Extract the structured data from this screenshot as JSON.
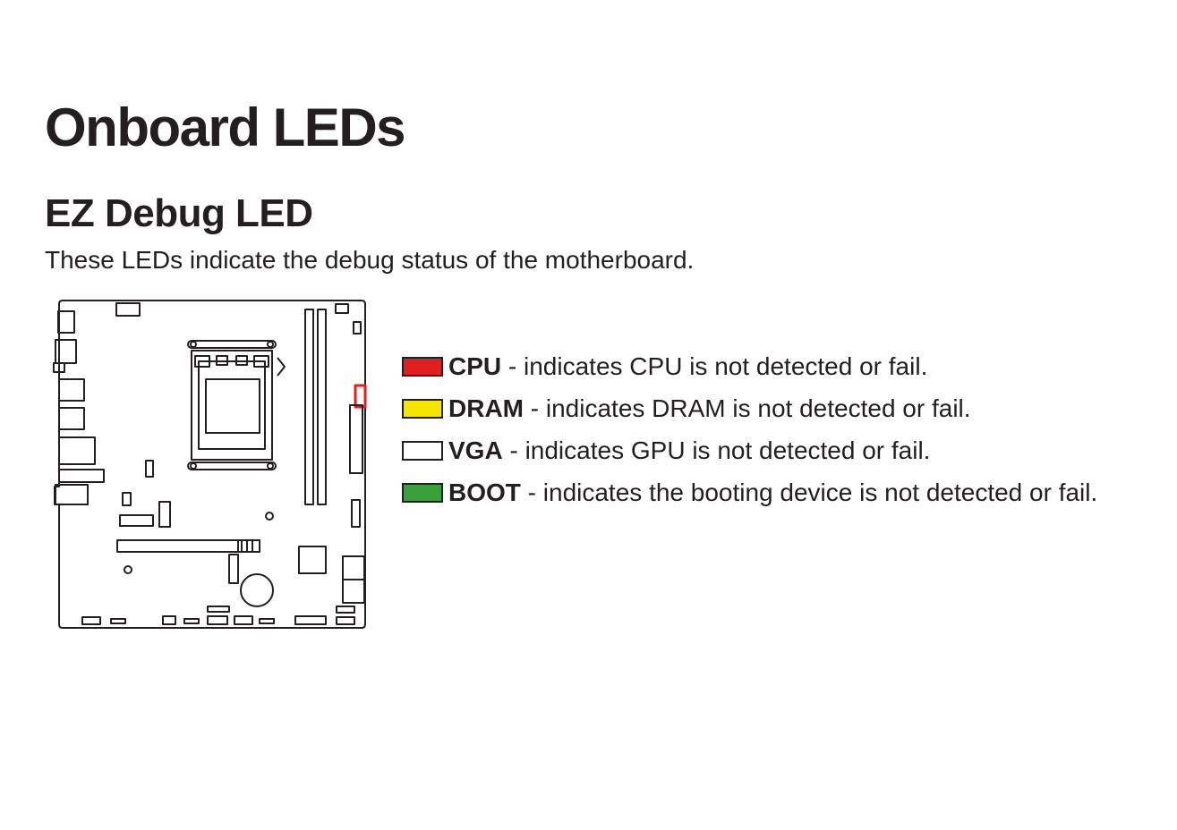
{
  "page": {
    "title": "Onboard LEDs"
  },
  "section": {
    "title": "EZ Debug LED",
    "description": "These LEDs indicate the debug status of the motherboard."
  },
  "diagram": {
    "subject": "motherboard-layout",
    "highlight_color": "#e02020",
    "line_color": "#231f20"
  },
  "legend": [
    {
      "name": "CPU",
      "description": " - indicates CPU is not detected or fail.",
      "color": "#e02020"
    },
    {
      "name": "DRAM",
      "description": " - indicates DRAM is not detected or fail.",
      "color": "#f5e500"
    },
    {
      "name": "VGA",
      "description": " - indicates GPU is not detected or fail.",
      "color": "#ffffff"
    },
    {
      "name": "BOOT",
      "description": " - indicates the booting device is not detected or fail.",
      "color": "#3aa03a"
    }
  ]
}
